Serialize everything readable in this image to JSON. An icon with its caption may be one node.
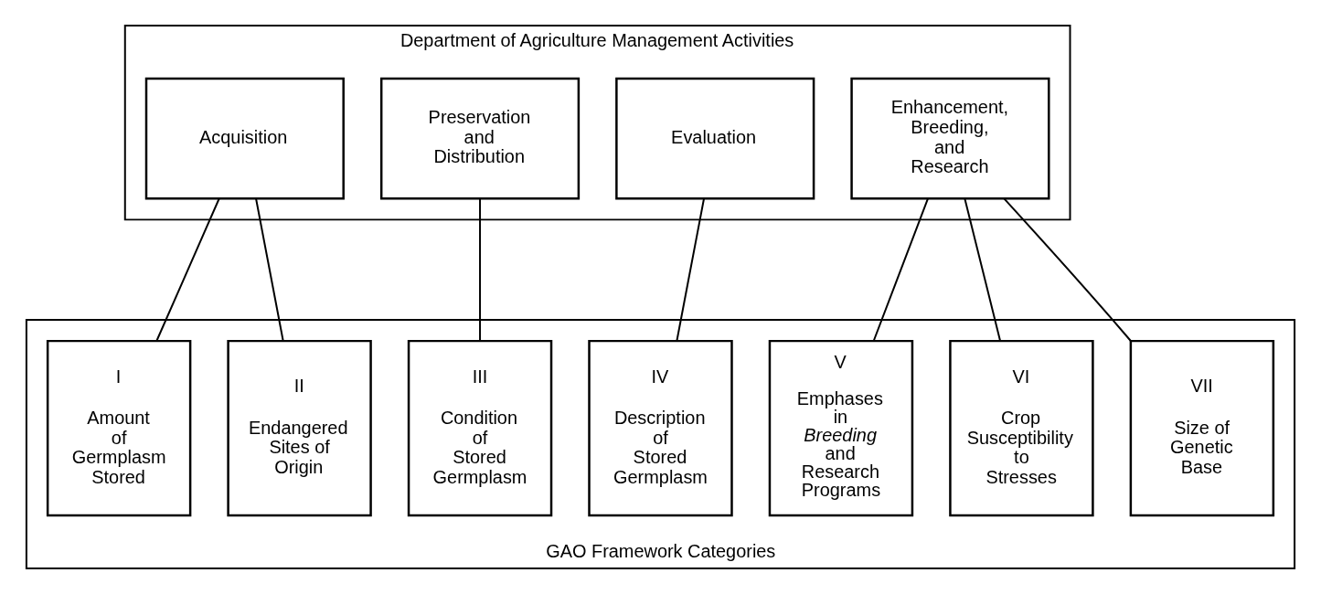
{
  "diagram": {
    "nodes": [
      {
        "text": [
          "Department of Agriculture Management Activities"
        ]
      },
      {
        "text": [
          "Acquisition"
        ],
        "in": 0
      },
      {
        "text": [
          "Preservation and Distribution"
        ],
        "in": 0
      },
      {
        "text": [
          "Evaluation"
        ],
        "in": 0
      },
      {
        "text": [
          "Enhancement, Breeding, and Research"
        ],
        "in": 0
      },
      {
        "text": [
          "GAO Framework Categories"
        ]
      },
      {
        "text": [
          "I",
          "Amount of Germplasm Stored"
        ],
        "in": 5
      },
      {
        "text": [
          "II",
          "Endangered Sites of Origin"
        ],
        "in": 5
      },
      {
        "text": [
          "III",
          "Condition of Stored Germplasm"
        ],
        "in": 5
      },
      {
        "text": [
          "IV",
          "Description of Stored Germplasm"
        ],
        "in": 5
      },
      {
        "text": [
          "V",
          "Emphases in *Breeding* and Research Programs"
        ],
        "in": 5
      },
      {
        "text": [
          "VI",
          "Crop Susceptibility to Stresses"
        ],
        "in": 5
      },
      {
        "text": [
          "VII",
          "Size of Genetic Base"
        ],
        "in": 5
      }
    ],
    "edges": [
      {
        "from": 1,
        "to": 6,
        "arrow": "none"
      },
      {
        "from": 1,
        "to": 7,
        "arrow": "none"
      },
      {
        "from": 2,
        "to": 8,
        "arrow": "none"
      },
      {
        "from": 3,
        "to": 9,
        "arrow": "none"
      },
      {
        "from": 4,
        "to": 10,
        "arrow": "none"
      },
      {
        "from": 4,
        "to": 11,
        "arrow": "none"
      },
      {
        "from": 4,
        "to": 12,
        "arrow": "none"
      }
    ]
  }
}
